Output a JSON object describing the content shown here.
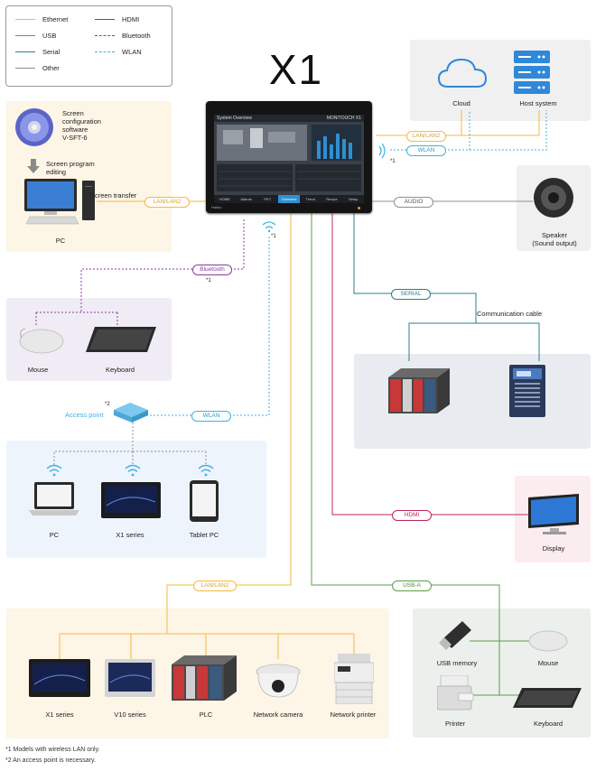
{
  "legend": {
    "items": [
      {
        "label": "Ethernet",
        "color": "#f5b942",
        "style": "solid"
      },
      {
        "label": "HDMI",
        "color": "#c0245c",
        "style": "solid"
      },
      {
        "label": "USB",
        "color": "#5c9c4c",
        "style": "solid"
      },
      {
        "label": "Bluetooth",
        "color": "#8a3c9c",
        "style": "dashed"
      },
      {
        "label": "Serial",
        "color": "#2c7c8c",
        "style": "solid"
      },
      {
        "label": "WLAN",
        "color": "#42b0e0",
        "style": "dashed"
      },
      {
        "label": "Other",
        "color": "#909090",
        "style": "solid"
      }
    ]
  },
  "title": "X1",
  "software": {
    "name_line1": "Screen",
    "name_line2": "configuration",
    "name_line3": "software",
    "name_line4": "V-SFT-6",
    "arrow_label_line1": "Screen program",
    "arrow_label_line2": "editing",
    "pc_label": "PC",
    "transfer_label": "Screen transfer"
  },
  "cloud": {
    "cloud_label": "Cloud",
    "host_label": "Host system"
  },
  "speaker": {
    "label_line1": "Speaker",
    "label_line2": "(Sound output)"
  },
  "bluetooth_devices": {
    "mouse": "Mouse",
    "keyboard": "Keyboard"
  },
  "access_point": {
    "label": "Access point",
    "note": "*2"
  },
  "wlan_devices": {
    "pc": "PC",
    "x1": "X1 series",
    "tablet": "Tablet PC"
  },
  "serial": {
    "cable_label": "Communication cable"
  },
  "hdmi": {
    "display_label": "Display"
  },
  "lan_devices": {
    "x1": "X1 series",
    "v10": "V10 series",
    "plc": "PLC",
    "camera": "Network camera",
    "printer": "Network printer"
  },
  "usb_devices": {
    "memory": "USB memory",
    "mouse": "Mouse",
    "printer": "Printer",
    "keyboard": "Keyboard"
  },
  "badges": {
    "lan_left": "LAN/LAN2",
    "lan_top": "LAN/LAN2",
    "wlan_top": "WLAN",
    "audio": "AUDIO",
    "bluetooth": "Bluetooth",
    "serial": "SERIAL",
    "wlan_mid": "WLAN",
    "hdmi": "HDMI",
    "lan_bottom": "LAN/LAN2",
    "usb": "USB-A"
  },
  "marks": {
    "wl1": "*1",
    "wl2": "*1",
    "bt": "*1"
  },
  "screen": {
    "header": "System Overview",
    "brand": "MONITOUCH X1",
    "tabs": [
      "HOME",
      "Alarms",
      "PKT",
      "Overview",
      "Trend",
      "Recipe",
      "Setup"
    ],
    "footer_brand": "Hakko"
  },
  "footnotes": {
    "note1": "*1 Models with wireless LAN only.",
    "note2": "*2 An access point is necessary."
  }
}
